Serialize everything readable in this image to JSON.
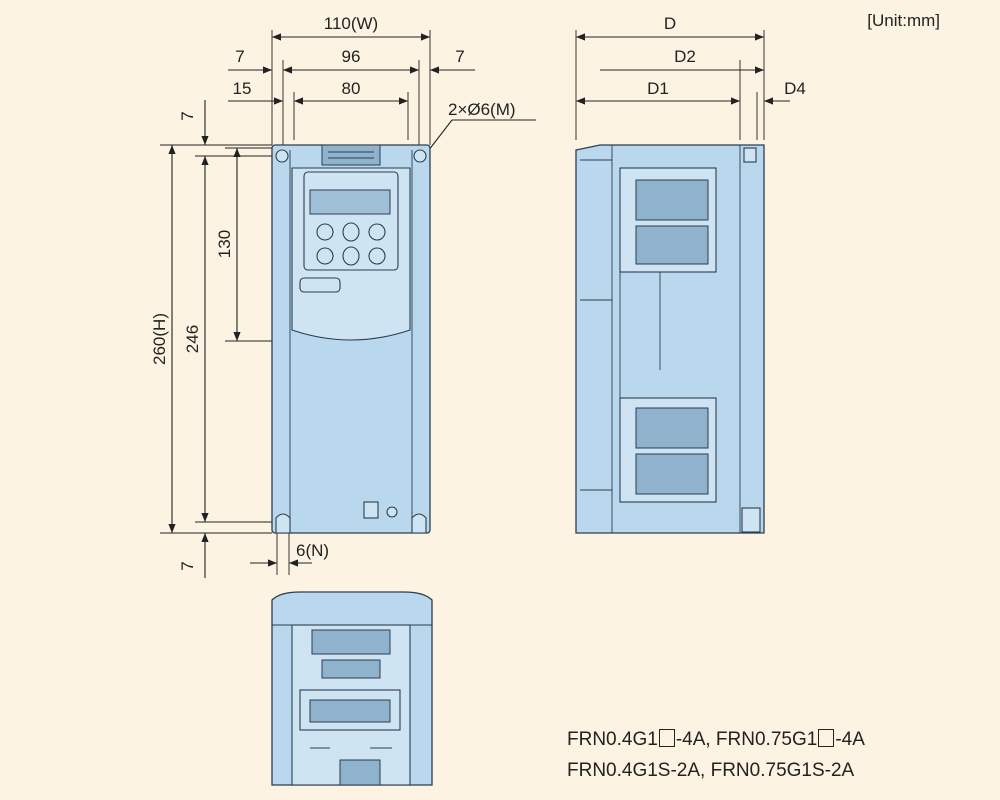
{
  "unit_label": "[Unit:mm]",
  "front_view": {
    "width_label": "110(W)",
    "mount_pitch_label": "96",
    "inner_width_label": "80",
    "left_offset_label": "7",
    "right_offset_label": "7",
    "inner_offset_label": "15",
    "hole_label": "2×Ø6(M)",
    "height_label": "260(H)",
    "mount_height_label": "246",
    "panel_height_label": "130",
    "top_margin_label": "7",
    "bottom_margin_label": "7",
    "n_label": "6(N)"
  },
  "side_view": {
    "depth_label": "D",
    "d1_label": "D1",
    "d2_label": "D2",
    "d4_label": "D4"
  },
  "model_lines": {
    "line1_part1": "FRN0.4G1",
    "line1_part2": "-4A, FRN0.75G1",
    "line1_part3": "-4A",
    "line2": "FRN0.4G1S-2A, FRN0.75G1S-2A"
  }
}
